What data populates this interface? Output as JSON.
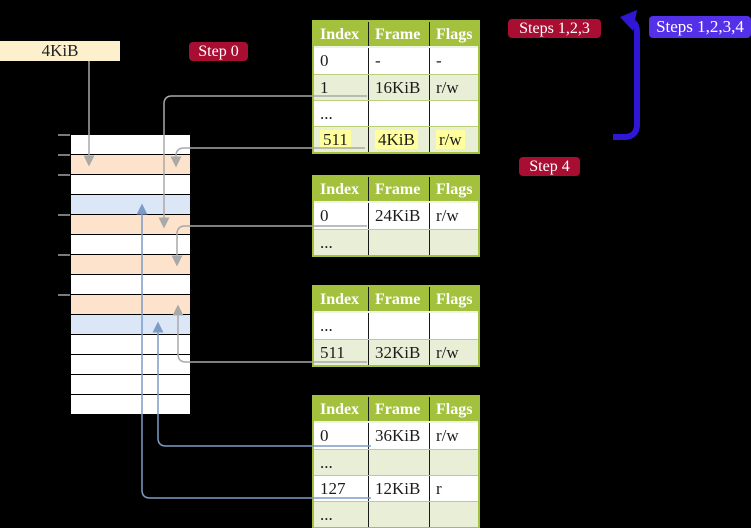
{
  "frame_label": "4KiB",
  "badges": {
    "step0": "Step 0",
    "steps123": "Steps 1,2,3",
    "steps1234": "Steps 1,2,3,4",
    "step4": "Step 4"
  },
  "memory": {
    "rows": [
      {
        "kind": "free"
      },
      {
        "kind": "page-table"
      },
      {
        "kind": "free"
      },
      {
        "kind": "page"
      },
      {
        "kind": "page-table"
      },
      {
        "kind": "free"
      },
      {
        "kind": "page-table"
      },
      {
        "kind": "free"
      },
      {
        "kind": "page-table"
      },
      {
        "kind": "page"
      },
      {
        "kind": "free"
      },
      {
        "kind": "free"
      },
      {
        "kind": "free"
      },
      {
        "kind": "free"
      }
    ]
  },
  "tables": [
    {
      "name": "level-4-table",
      "headers": [
        "Index",
        "Frame",
        "Flags"
      ],
      "rows": [
        {
          "cells": [
            "0",
            "-",
            "-"
          ]
        },
        {
          "cells": [
            "1",
            "16KiB",
            "r/w"
          ]
        },
        {
          "cells": [
            "...",
            "",
            ""
          ]
        },
        {
          "cells": [
            "511",
            "4KiB",
            "r/w"
          ],
          "highlight": true
        }
      ]
    },
    {
      "name": "level-3-table",
      "headers": [
        "Index",
        "Frame",
        "Flags"
      ],
      "rows": [
        {
          "cells": [
            "0",
            "24KiB",
            "r/w"
          ]
        },
        {
          "cells": [
            "...",
            "",
            ""
          ]
        }
      ]
    },
    {
      "name": "level-2-table",
      "headers": [
        "Index",
        "Frame",
        "Flags"
      ],
      "rows": [
        {
          "cells": [
            "...",
            "",
            ""
          ]
        },
        {
          "cells": [
            "511",
            "32KiB",
            "r/w"
          ]
        }
      ]
    },
    {
      "name": "level-1-table",
      "headers": [
        "Index",
        "Frame",
        "Flags"
      ],
      "rows": [
        {
          "cells": [
            "0",
            "36KiB",
            "r/w"
          ]
        },
        {
          "cells": [
            "...",
            "",
            ""
          ]
        },
        {
          "cells": [
            "127",
            "12KiB",
            "r"
          ]
        },
        {
          "cells": [
            "...",
            "",
            ""
          ]
        }
      ]
    }
  ],
  "connections": [
    {
      "from": "4KiB label",
      "to": "frame 4KiB",
      "style": "gray"
    },
    {
      "from": "level-4 entry 1 (16KiB)",
      "to": "frame 16KiB",
      "style": "gray"
    },
    {
      "from": "level-4 entry 511 (4KiB)",
      "to": "frame 4KiB",
      "style": "gray"
    },
    {
      "from": "level-3 entry 0 (24KiB)",
      "to": "frame 24KiB",
      "style": "gray"
    },
    {
      "from": "level-2 entry 511 (32KiB)",
      "to": "frame 32KiB",
      "style": "gray"
    },
    {
      "from": "level-1 entry 0 (36KiB)",
      "to": "frame 36KiB",
      "style": "blue"
    },
    {
      "from": "level-1 entry 127 (12KiB)",
      "to": "frame 12KiB",
      "style": "blue"
    },
    {
      "from": "level-4 entry 511",
      "to": "level-4 table (recursive loop)",
      "style": "thick-blue"
    }
  ],
  "colors": {
    "background": "#000000",
    "table_header_green": "#a3c13c",
    "table_alt_row": "#e9efd6",
    "highlight_yellow": "#ffff9e",
    "frame_page_table": "#fde3cc",
    "frame_page": "#dbe7f6",
    "label_cream": "#fcf0cd",
    "badge_red": "#a80d32",
    "badge_violet": "#5430e8",
    "arrow_gray": "#a9a9a9",
    "arrow_blue_thin": "#7d9cc5",
    "arrow_blue_thick": "#3017d6"
  }
}
